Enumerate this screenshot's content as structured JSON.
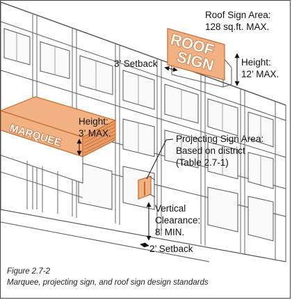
{
  "labels": {
    "roof_sign_area": [
      "Roof Sign Area:",
      "128 sq.ft. MAX."
    ],
    "roof_height": [
      "Height:",
      "12’ MAX."
    ],
    "roof_setback": "3’ Setback",
    "marquee_height": [
      "Height:",
      "3’ MAX."
    ],
    "projecting_area": [
      "Projecting Sign Area:",
      "Based on district",
      "(Table 2.7-1)"
    ],
    "vertical_clearance": [
      "Vertical",
      "Clearance:",
      "8’ MIN."
    ],
    "sidewalk_setback": "2’ Setback"
  },
  "signs": {
    "roof_line1": "ROOF",
    "roof_line2": "SIGN",
    "marquee": "MARQUEE"
  },
  "caption": {
    "figure": "Figure 2.7-2",
    "text": "Marquee, projecting sign, and roof sign design standards"
  },
  "colors": {
    "sign_fill": "#f2b183",
    "sign_stroke": "#c76a2e",
    "line": "#444444"
  }
}
